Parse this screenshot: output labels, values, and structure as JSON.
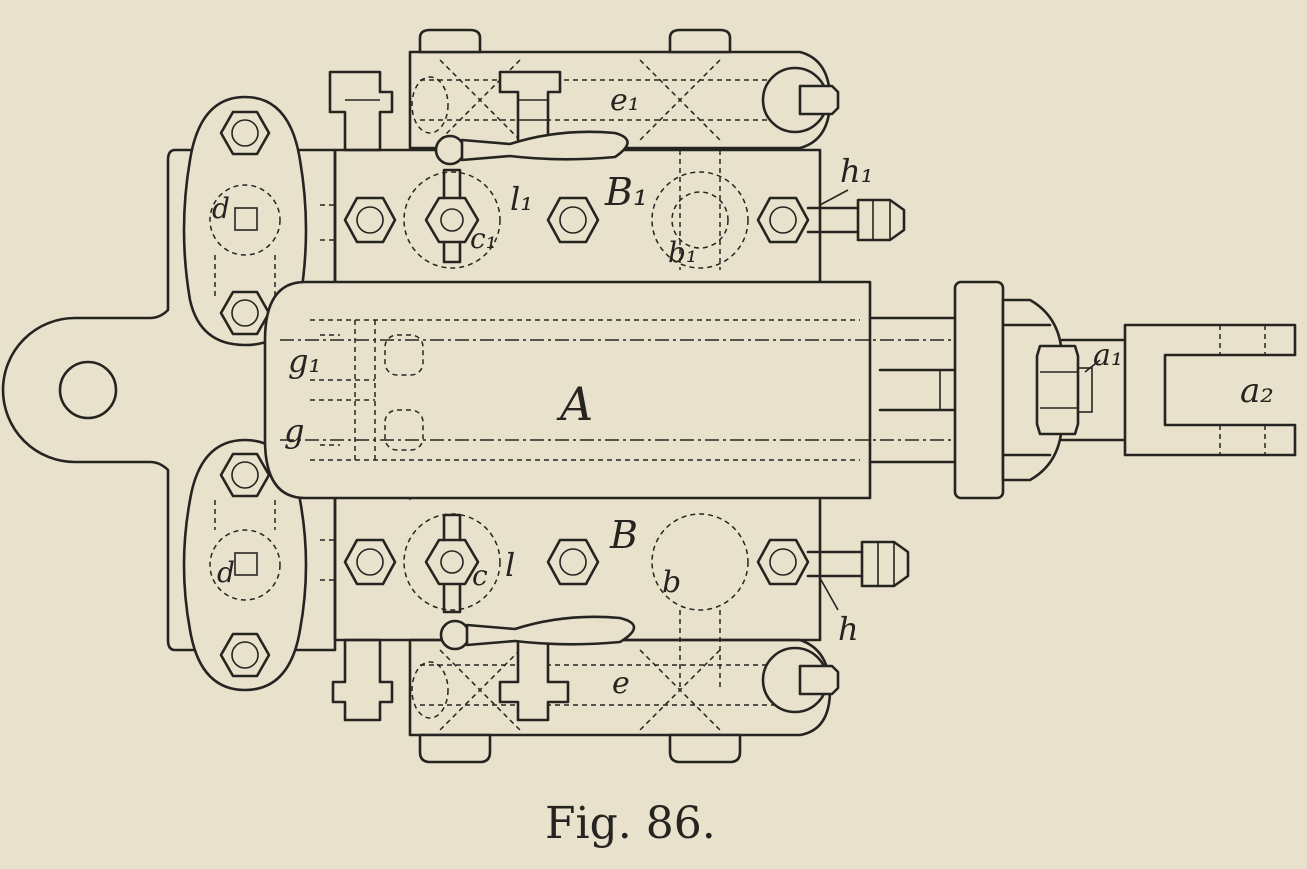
{
  "figure": {
    "caption": "Fig. 86.",
    "labels": {
      "A": "A",
      "B": "B",
      "B1": "B₁",
      "a1": "a₁",
      "a2": "a₂",
      "b": "b",
      "b1": "b₁",
      "c": "c",
      "c1": "c₁",
      "d": "d",
      "d1": "d",
      "e": "e",
      "e1": "e₁",
      "g": "g",
      "g1": "g₁",
      "h": "h",
      "h1": "h₁",
      "l": "l",
      "l1": "l₁"
    }
  }
}
